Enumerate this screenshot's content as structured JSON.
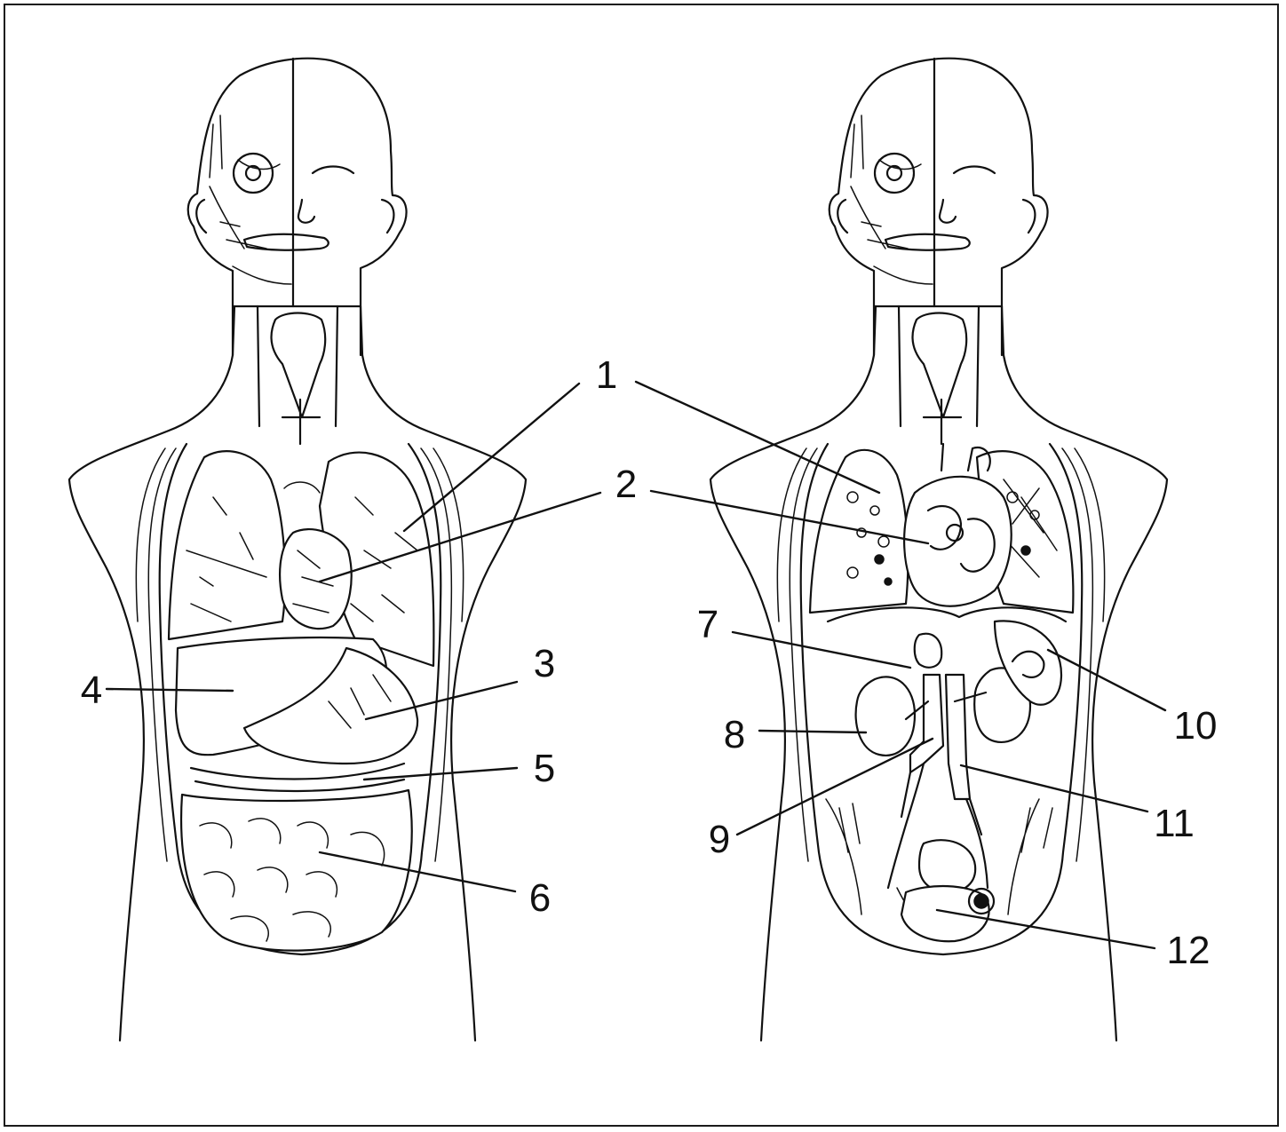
{
  "labels": [
    {
      "id": "1",
      "text": "1"
    },
    {
      "id": "2",
      "text": "2"
    },
    {
      "id": "3",
      "text": "3"
    },
    {
      "id": "4",
      "text": "4"
    },
    {
      "id": "5",
      "text": "5"
    },
    {
      "id": "6",
      "text": "6"
    },
    {
      "id": "7",
      "text": "7"
    },
    {
      "id": "8",
      "text": "8"
    },
    {
      "id": "9",
      "text": "9"
    },
    {
      "id": "10",
      "text": "10"
    },
    {
      "id": "11",
      "text": "11"
    },
    {
      "id": "12",
      "text": "12"
    }
  ],
  "colors": {
    "ink": "#111111",
    "paper": "#ffffff"
  }
}
